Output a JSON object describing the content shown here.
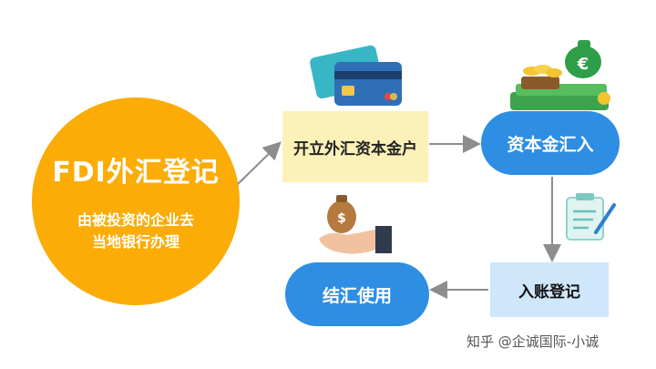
{
  "nodes": {
    "fdi": {
      "title": "FDI外汇登记",
      "subtitle_line1": "由被投资的企业去",
      "subtitle_line2": "当地银行办理"
    },
    "open_account": {
      "label": "开立外汇资本金户"
    },
    "capital_in": {
      "label": "资本金汇入"
    },
    "book_register": {
      "label": "入账登记"
    },
    "settle_use": {
      "label": "结汇使用"
    }
  },
  "icons": {
    "cards": "credit-cards-icon",
    "money": "money-pile-icon",
    "clipboard": "clipboard-icon",
    "hand_bag": "hand-money-bag-icon"
  },
  "watermark": "知乎 @企诚国际-小诚",
  "colors": {
    "orange": "#fbac06",
    "blue": "#2e8ee3",
    "cream": "#fcf1b8",
    "light_blue": "#cfe6fb",
    "arrow": "#8d8d8d"
  }
}
